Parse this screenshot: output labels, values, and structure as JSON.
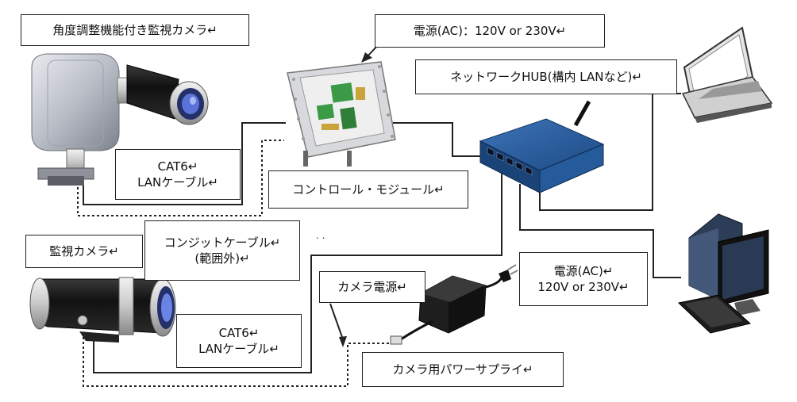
{
  "labels": {
    "ptz_camera": "角度調整機能付き監視カメラ↵",
    "power_ac_top": "電源(AC)：120V or 230V↵",
    "network_hub": "ネットワークHUB(構内 LANなど)↵",
    "cat6_top_line1": "CAT6↵",
    "cat6_top_line2": "LANケーブル↵",
    "control_module": "コントロール・モジュール↵",
    "monitor_camera": "監視カメラ↵",
    "conduit_line1": "コンジットケーブル↵",
    "conduit_line2": "(範囲外)↵",
    "power_ac_right_line1": "電源(AC)↵",
    "power_ac_right_line2": "120V or 230V↵",
    "camera_power": "カメラ電源↵",
    "cat6_bottom_line1": "CAT6↵",
    "cat6_bottom_line2": "LANケーブル↵",
    "power_supply": "カメラ用パワーサプライ↵",
    "stray_mark": ". ."
  },
  "icons": {
    "ptz_camera": "ptz-camera-icon",
    "control_module": "control-module-box-icon",
    "hub": "network-switch-icon",
    "laptop": "laptop-icon",
    "desktop": "desktop-pc-icon",
    "bullet_camera": "bullet-camera-icon",
    "power_adapter": "power-adapter-icon"
  },
  "colors": {
    "hub": "#1f4f8c",
    "lens": "#3a4fa8",
    "line": "#222222",
    "green_board": "#3a9a45"
  }
}
